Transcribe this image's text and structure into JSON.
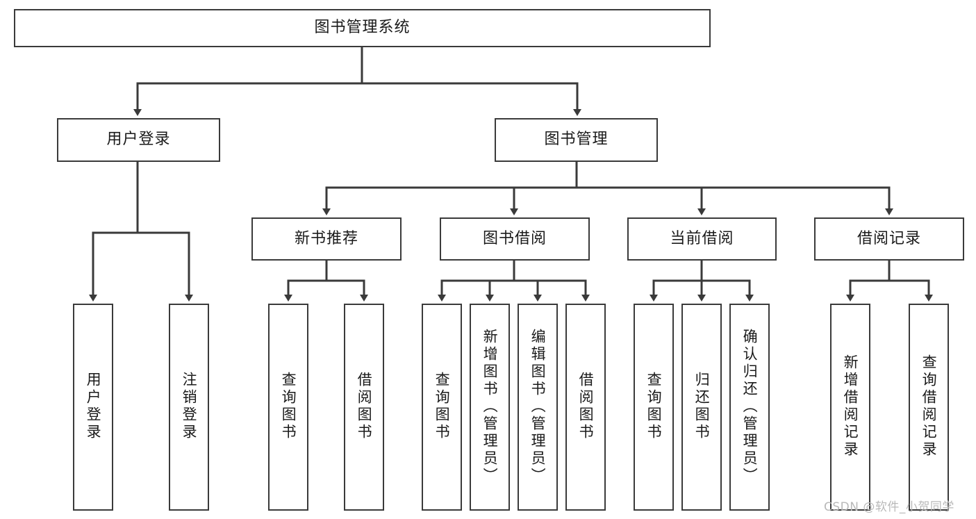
{
  "diagram": {
    "type": "tree",
    "title": "图书管理系统",
    "orientation": "top-down",
    "line_color": "#3a3a3a",
    "box_fill": "#ffffff",
    "text_color": "#1a1a1a",
    "root": {
      "id": "root",
      "label": "图书管理系统",
      "orientation": "horizontal"
    },
    "level1": [
      {
        "id": "user-login",
        "label": "用户登录",
        "orientation": "horizontal"
      },
      {
        "id": "book-manage",
        "label": "图书管理",
        "orientation": "horizontal"
      }
    ],
    "level2": [
      {
        "id": "new-book-recommend",
        "label": "新书推荐",
        "orientation": "horizontal",
        "parent": "book-manage"
      },
      {
        "id": "book-borrow",
        "label": "图书借阅",
        "orientation": "horizontal",
        "parent": "book-manage"
      },
      {
        "id": "current-borrow",
        "label": "当前借阅",
        "orientation": "horizontal",
        "parent": "book-manage"
      },
      {
        "id": "borrow-record",
        "label": "借阅记录",
        "orientation": "horizontal",
        "parent": "book-manage"
      }
    ],
    "leaves": [
      {
        "id": "leaf-user-login",
        "label": "用户登录",
        "orientation": "vertical",
        "parent": "user-login"
      },
      {
        "id": "leaf-logout",
        "label": "注销登录",
        "orientation": "vertical",
        "parent": "user-login"
      },
      {
        "id": "leaf-query-book-1",
        "label": "查询图书",
        "orientation": "vertical",
        "parent": "new-book-recommend"
      },
      {
        "id": "leaf-borrow-book-1",
        "label": "借阅图书",
        "orientation": "vertical",
        "parent": "new-book-recommend"
      },
      {
        "id": "leaf-query-book-2",
        "label": "查询图书",
        "orientation": "vertical",
        "parent": "book-borrow"
      },
      {
        "id": "leaf-add-book",
        "label": "新增图书（管理员）",
        "orientation": "vertical",
        "parent": "book-borrow"
      },
      {
        "id": "leaf-edit-book",
        "label": "编辑图书（管理员）",
        "orientation": "vertical",
        "parent": "book-borrow"
      },
      {
        "id": "leaf-borrow-book-2",
        "label": "借阅图书",
        "orientation": "vertical",
        "parent": "book-borrow"
      },
      {
        "id": "leaf-query-book-3",
        "label": "查询图书",
        "orientation": "vertical",
        "parent": "current-borrow"
      },
      {
        "id": "leaf-return-book",
        "label": "归还图书",
        "orientation": "vertical",
        "parent": "current-borrow"
      },
      {
        "id": "leaf-confirm-return",
        "label": "确认归还（管理员）",
        "orientation": "vertical",
        "parent": "current-borrow"
      },
      {
        "id": "leaf-add-record",
        "label": "新增借阅记录",
        "orientation": "vertical",
        "parent": "borrow-record"
      },
      {
        "id": "leaf-query-record",
        "label": "查询借阅记录",
        "orientation": "vertical",
        "parent": "borrow-record"
      }
    ]
  },
  "watermark": {
    "text": "CSDN @软件_小贺同学"
  }
}
